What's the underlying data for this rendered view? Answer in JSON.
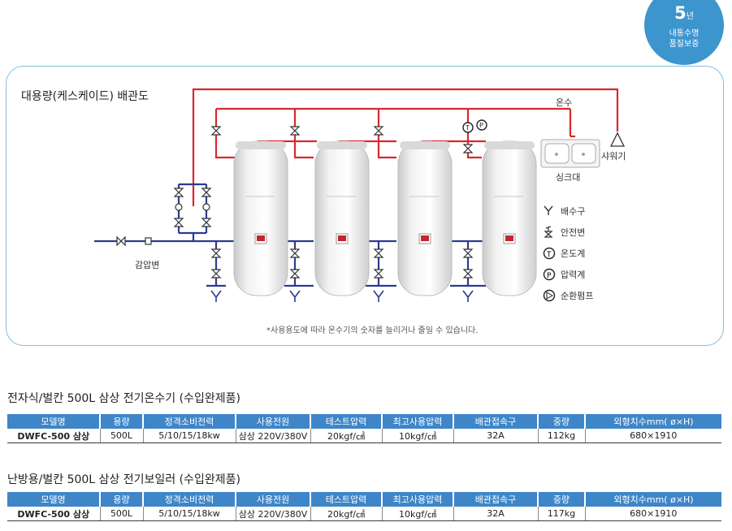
{
  "badge": {
    "number": "5",
    "unit": "년",
    "line1": "내통수명",
    "line2": "품질보증"
  },
  "diagram": {
    "title": "대용량(케스케이드) 배관도",
    "labels": {
      "hot_water": "온수",
      "shower": "샤워기",
      "sink": "싱크대",
      "pressure_valve": "감압변"
    },
    "legend": [
      {
        "icon": "drain-icon",
        "label": "배수구"
      },
      {
        "icon": "safety-valve-icon",
        "label": "안전변"
      },
      {
        "icon": "thermometer-icon",
        "label": "온도계"
      },
      {
        "icon": "pressure-gauge-icon",
        "label": "압력계"
      },
      {
        "icon": "circulation-pump-icon",
        "label": "순환펌프"
      }
    ],
    "note": "*사용용도에 따라 온수기의 숫자를 늘리거나 줄일 수 있습니다.",
    "colors": {
      "hot_pipe": "#d7282e",
      "cold_pipe": "#2a3c8f",
      "border": "#7fbfe4",
      "header": "#3e86c8"
    }
  },
  "tables": [
    {
      "title": "전자식/벌칸 500L 삼상 전기온수기 (수입완제품)",
      "headers": [
        "모델명",
        "용량",
        "정격소비전력",
        "사용전원",
        "테스트압력",
        "최고사용압력",
        "배관접속구",
        "중량",
        "외형치수mm( ø×H)"
      ],
      "row": [
        "DWFC-500 삼상",
        "500L",
        "5/10/15/18kw",
        "삼상 220V/380V",
        "20kgf/㎠",
        "10kgf/㎠",
        "32A",
        "112kg",
        "680×1910"
      ]
    },
    {
      "title": "난방용/벌칸 500L 삼상 전기보일러 (수입완제품)",
      "headers": [
        "모델명",
        "용량",
        "정격소비전력",
        "사용전원",
        "테스트압력",
        "최고사용압력",
        "배관접속구",
        "중량",
        "외형치수mm( ø×H)"
      ],
      "row": [
        "DWFC-500 삼상",
        "500L",
        "5/10/15/18kw",
        "삼상 220V/380V",
        "20kgf/㎠",
        "10kgf/㎠",
        "32A",
        "117kg",
        "680×1910"
      ]
    }
  ]
}
